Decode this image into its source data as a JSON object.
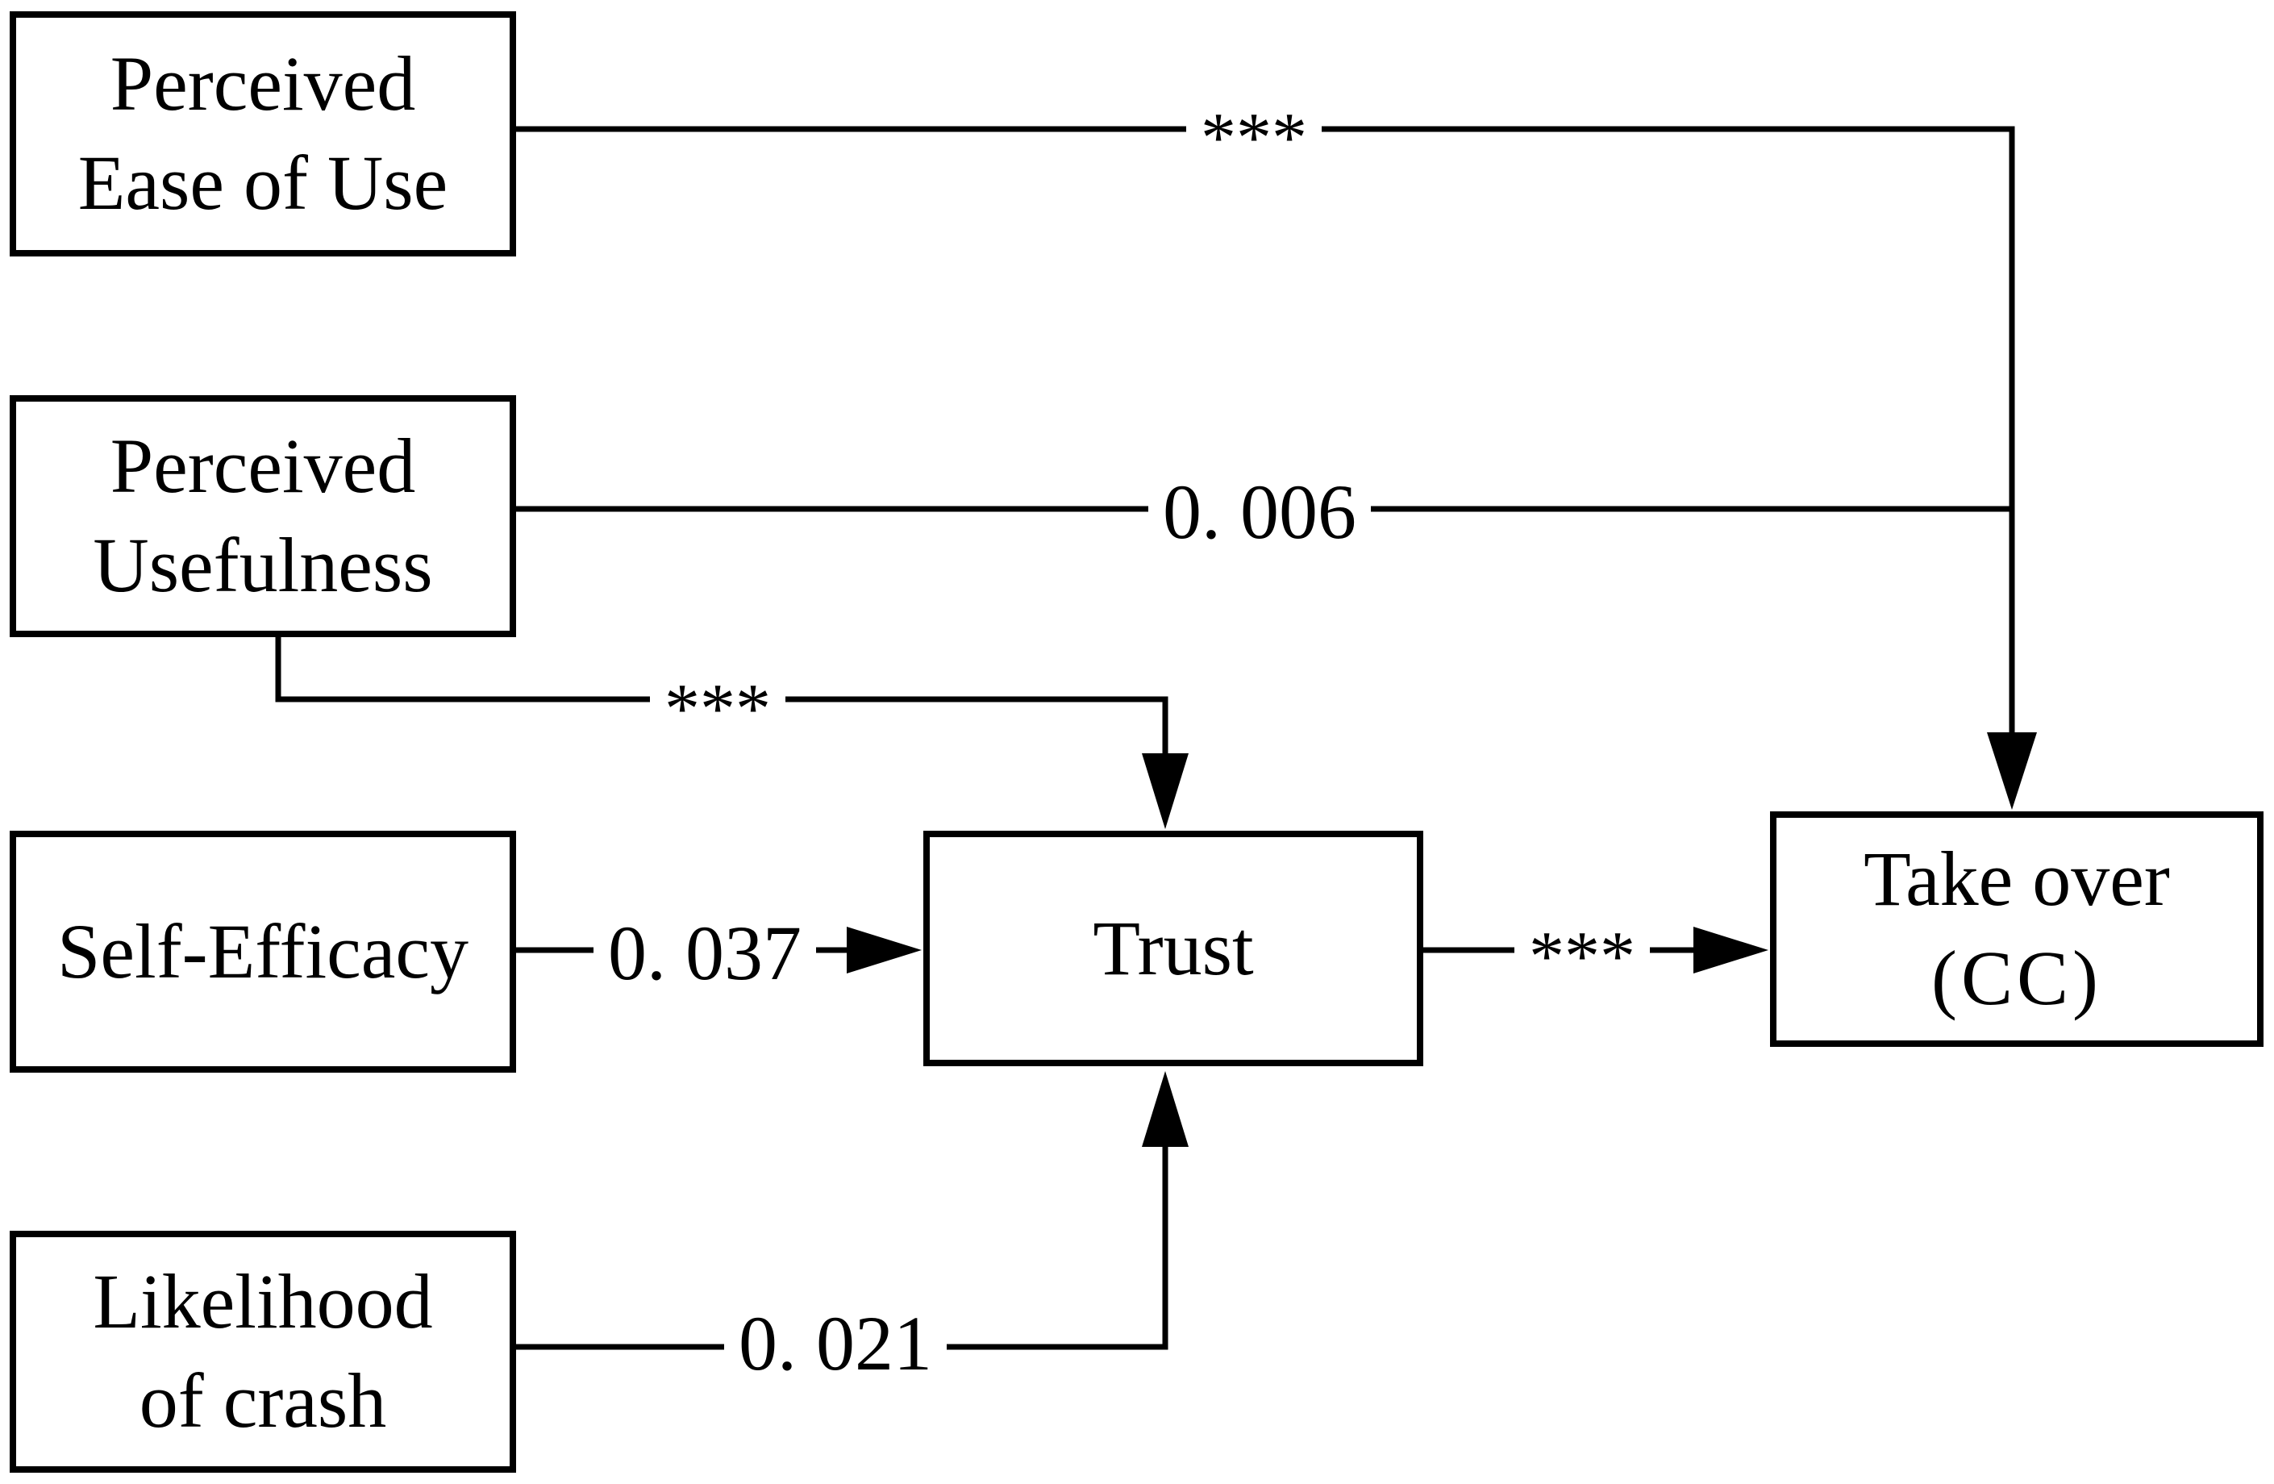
{
  "figure": {
    "background_color": "#ffffff",
    "line_color": "#000000",
    "nodes": {
      "perceived_ease_of_use": {
        "lines": [
          "Perceived",
          "Ease of Use"
        ]
      },
      "perceived_usefulness": {
        "lines": [
          "Perceived",
          "Usefulness"
        ]
      },
      "self_efficacy": {
        "lines": [
          "Self-Efficacy"
        ]
      },
      "likelihood_of_crash": {
        "lines": [
          "Likelihood",
          "of crash"
        ]
      },
      "trust": {
        "lines": [
          "Trust"
        ]
      },
      "take_over": {
        "lines": [
          "Take over",
          "(CC)"
        ]
      }
    },
    "edges": [
      {
        "from": "perceived_ease_of_use",
        "to": "take_over",
        "label": "***"
      },
      {
        "from": "perceived_usefulness",
        "to": "take_over",
        "label": "0. 006"
      },
      {
        "from": "perceived_usefulness",
        "to": "trust",
        "label": "***"
      },
      {
        "from": "self_efficacy",
        "to": "trust",
        "label": "0. 037"
      },
      {
        "from": "trust",
        "to": "take_over",
        "label": "***"
      },
      {
        "from": "likelihood_of_crash",
        "to": "trust",
        "label": "0. 021"
      }
    ]
  }
}
